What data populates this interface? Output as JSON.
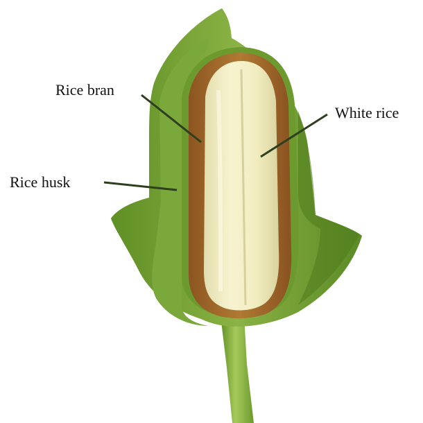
{
  "labels": {
    "rice_bran": "Rice bran",
    "white_rice": "White rice",
    "rice_husk": "Rice husk"
  },
  "colors": {
    "husk_green": "#7fa63a",
    "husk_dark": "#5c8a26",
    "husk_light": "#a6c95a",
    "bran_brown": "#a36a2a",
    "bran_dark": "#7a4a1a",
    "white_rice": "#f3efc2",
    "white_rice_shade": "#d8d3a0",
    "leader_line": "#2e3f1e"
  }
}
